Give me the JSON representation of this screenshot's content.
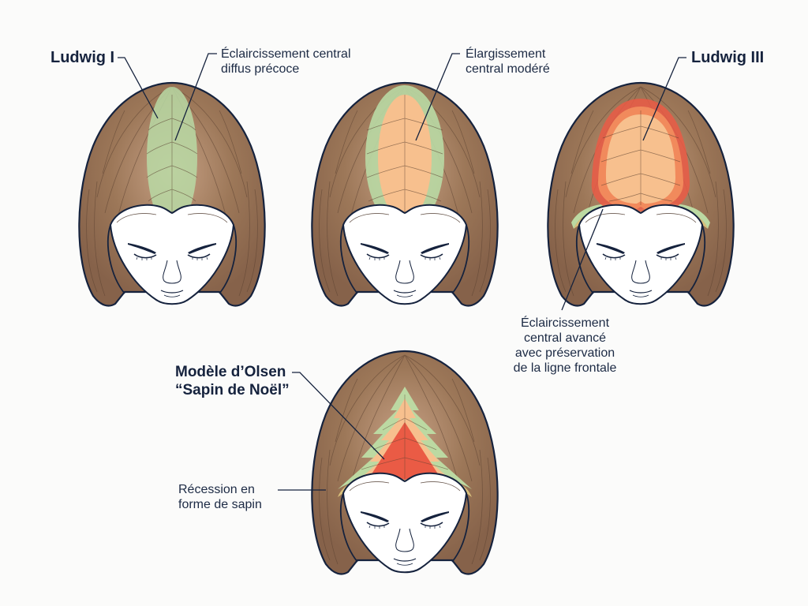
{
  "diagram": {
    "colors": {
      "background": "#fbfbfa",
      "hair": "#8f6b4e",
      "hair_light": "#c09a7e",
      "outline": "#15223d",
      "stage1_green": "#b9d9a4",
      "stage_peach": "#f7c08e",
      "stage_orange": "#f18a5c",
      "stage_red": "#ea5b45",
      "frontal_band_green": "#bcd9a2",
      "frontal_band_tan": "#d9c07c"
    },
    "heads": [
      {
        "id": "ludwig-1",
        "title": "Ludwig I",
        "annotation": [
          "Éclaircissement central",
          "diffus précoce"
        ]
      },
      {
        "id": "ludwig-2",
        "title": "",
        "annotation": [
          "Élargissement",
          "central modéré"
        ]
      },
      {
        "id": "ludwig-3",
        "title": "Ludwig III",
        "annotation": [
          "Éclaircissement",
          "central avancé",
          "avec préservation",
          "de la ligne frontale"
        ]
      },
      {
        "id": "olsen",
        "title": [
          "Modèle d’Olsen",
          "“Sapin de Noël”"
        ],
        "annotation": [
          "Récession en",
          "forme de sapin"
        ]
      }
    ]
  }
}
